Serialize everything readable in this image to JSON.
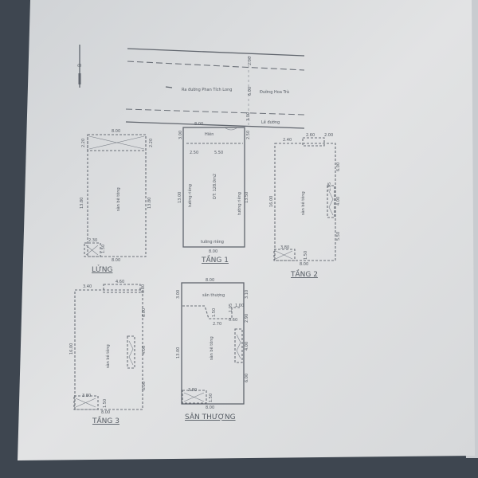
{
  "colors": {
    "paper": "#dcdedf",
    "ink": "#5a5f67",
    "background": "#3e4650"
  },
  "compass": {
    "label": "B",
    "icon": "north-arrow-icon"
  },
  "site": {
    "road_left_label": "Ra đường Phan Tích Long",
    "road_right_label": "Đường Hoa Trà",
    "sidewalk_label": "Lề đường",
    "dims": [
      "2.00",
      "6.00",
      "3.00"
    ],
    "arrow_icon": "arrow-left-icon"
  },
  "lung": {
    "title": "LỬNG",
    "floor_label": "sàn bê tông",
    "dims": [
      "8.00",
      "2.20",
      "2.20",
      "13.80",
      "13.80",
      "2.30",
      "1.50",
      "8.00"
    ]
  },
  "tang1": {
    "title": "TẦNG 1",
    "porch_label": "Hiên",
    "area_label": "DT: 128.0m2",
    "wall_left": "tường riêng",
    "wall_right": "tường riêng",
    "wall_bottom": "tường riêng",
    "dims": [
      "8.00",
      "3.00",
      "2.50",
      "2.50",
      "5.50",
      "13.00",
      "13.50",
      "8.00"
    ]
  },
  "tang2": {
    "title": "TẦNG 2",
    "floor_label": "sàn bê tông",
    "dims": [
      "2.40",
      "2.60",
      "2.00",
      "16.00",
      "6.00",
      "1.95",
      "4.00",
      "5.50",
      "3.80",
      "1.50",
      "8.00"
    ]
  },
  "tang3": {
    "title": "TẦNG 3",
    "floor_label": "sàn bê tông",
    "dims": [
      "3.40",
      "4.60",
      "0.80",
      "16.00",
      "6.00",
      "4.00",
      "6.00",
      "3.80",
      "1.50",
      "8.00"
    ]
  },
  "san_thuong": {
    "title": "SÂN THƯỢNG",
    "terrace_label": "sân thượng",
    "floor_label": "sàn bê tông",
    "dims": [
      "8.00",
      "3.00",
      "13.00",
      "3.10",
      "2.90",
      "4.00",
      "6.00",
      "2.70",
      "1.50",
      "1.05",
      "1.00",
      "0.60",
      "3.80",
      "1.50",
      "8.00"
    ]
  }
}
